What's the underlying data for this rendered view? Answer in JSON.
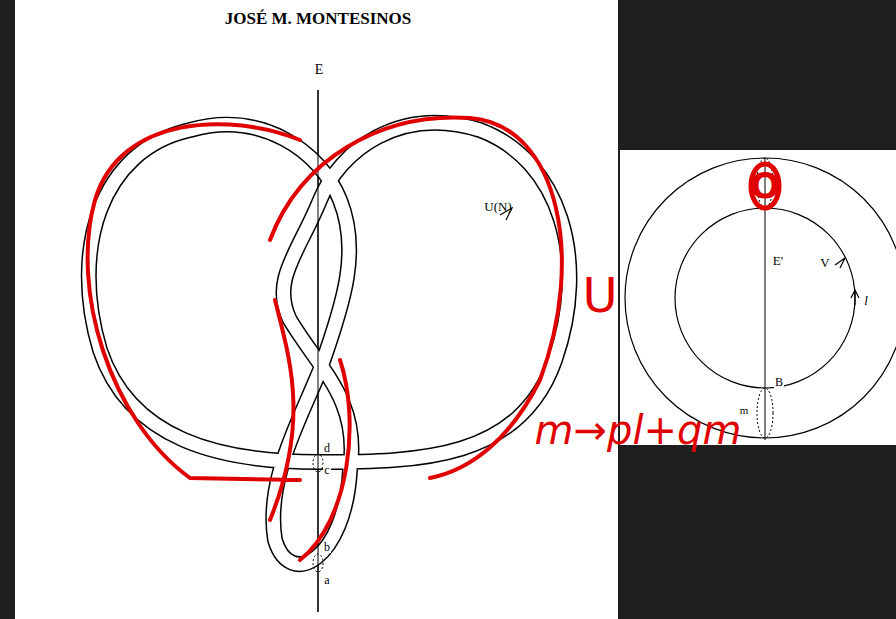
{
  "diagram": {
    "labels": [
      "JOSÉ M. MONTESINOS",
      "E",
      "U(N)",
      "d",
      "c",
      "b",
      "a",
      "E'",
      "V",
      "l",
      "B",
      "m",
      "O",
      "U",
      "m→pl+qm"
    ]
  }
}
